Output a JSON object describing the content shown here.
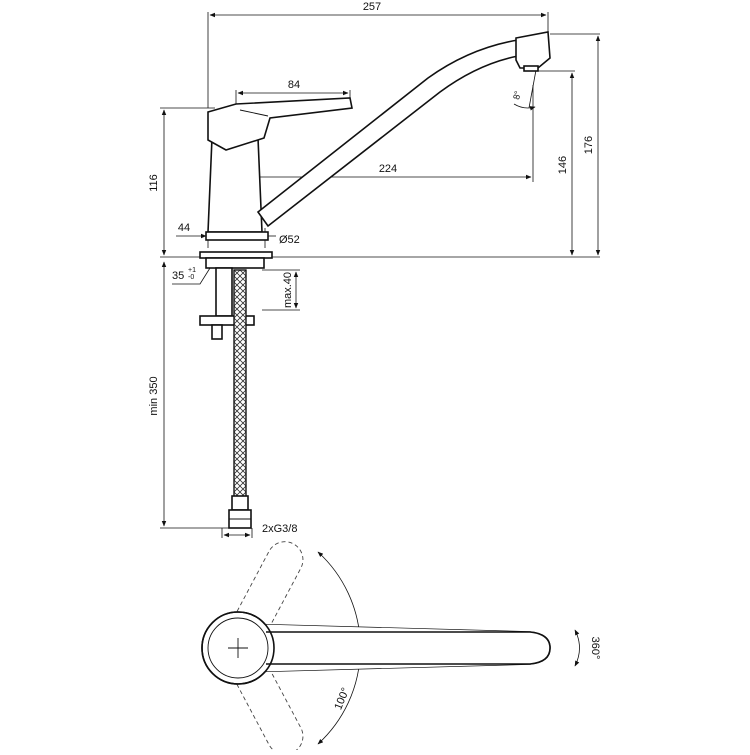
{
  "diagram": {
    "dimensions": {
      "total_length": "257",
      "handle_width": "84",
      "spout_reach": "224",
      "base_height": "116",
      "spout_height": "146",
      "total_height": "176",
      "base_width": "44",
      "base_diameter": "Ø52",
      "hole_diameter": "35",
      "hole_tolerance": "+1\n-0",
      "deck_thickness": "max.40",
      "hose_length": "min 350",
      "connection": "2xG3/8",
      "spout_angle": "8°",
      "lever_rotation": "100°",
      "spout_rotation": "360°"
    }
  }
}
